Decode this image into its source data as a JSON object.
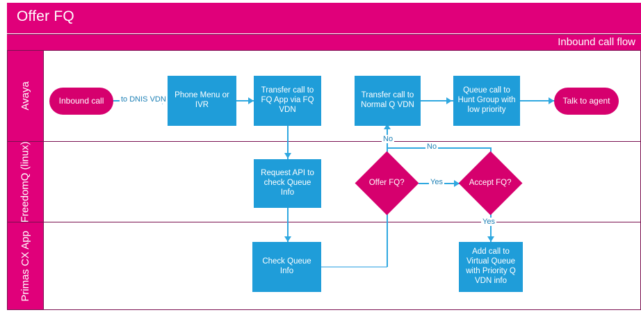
{
  "diagram": {
    "title": "Offer FQ",
    "pool_header": "Inbound call flow",
    "accent_pink": "#e0007a",
    "accent_pink_dark": "#7a1050",
    "accent_blue": "#1f9dd9",
    "connector_blue": "#2fa8e0"
  },
  "lanes": [
    {
      "id": "avaya",
      "label": "Avaya"
    },
    {
      "id": "freedomq",
      "label": "FreedomQ (linux)"
    },
    {
      "id": "primas",
      "label": "Primas CX App"
    }
  ],
  "nodes": [
    {
      "id": "inbound-call",
      "label": "Inbound call",
      "shape": "terminator",
      "lane": "avaya"
    },
    {
      "id": "phone-menu-or-ivr",
      "label": "Phone Menu or IVR",
      "shape": "process",
      "lane": "avaya"
    },
    {
      "id": "transfer-call-fq-app",
      "label": "Transfer call to FQ App via FQ VDN",
      "shape": "process",
      "lane": "avaya"
    },
    {
      "id": "transfer-call-normal-q-vdn",
      "label": "Transfer call to Normal Q VDN",
      "shape": "process",
      "lane": "avaya"
    },
    {
      "id": "queue-call-hunt-group",
      "label": "Queue call to Hunt Group with low priority",
      "shape": "process",
      "lane": "avaya"
    },
    {
      "id": "talk-to-agent",
      "label": "Talk to agent",
      "shape": "terminator",
      "lane": "avaya"
    },
    {
      "id": "request-api-check-queue-info",
      "label": "Request API to check Queue Info",
      "shape": "process",
      "lane": "freedomq"
    },
    {
      "id": "offer-fq-decision",
      "label": "Offer FQ?",
      "shape": "decision",
      "lane": "freedomq"
    },
    {
      "id": "accept-fq-decision",
      "label": "Accept FQ?",
      "shape": "decision",
      "lane": "freedomq"
    },
    {
      "id": "check-queue-info",
      "label": "Check Queue Info",
      "shape": "process",
      "lane": "primas"
    },
    {
      "id": "add-call-virtual-queue",
      "label": "Add call to Virtual Queue with Priority Q VDN info",
      "shape": "process",
      "lane": "primas"
    }
  ],
  "edge_labels": {
    "to_dnis_vdn": "to DNIS VDN",
    "offer_no": "No",
    "accept_no": "No",
    "offer_yes": "Yes",
    "accept_yes": "Yes"
  }
}
